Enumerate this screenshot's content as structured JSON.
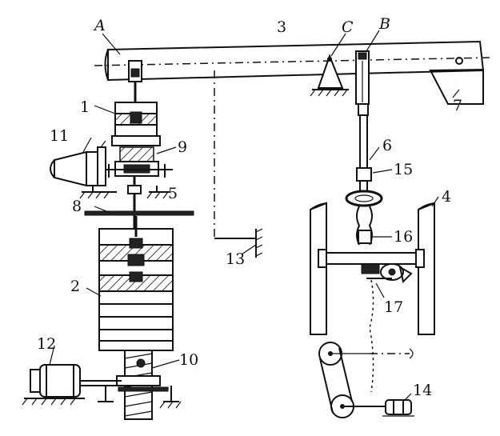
{
  "labels": {
    "A": "A",
    "B": "B",
    "C": "C",
    "n1": "1",
    "n2": "2",
    "n3": "3",
    "n4": "4",
    "n5": "5",
    "n6": "6",
    "n7": "7",
    "n8": "8",
    "n9": "9",
    "n10": "10",
    "n11": "11",
    "n12": "12",
    "n13": "13",
    "n14": "14",
    "n15": "15",
    "n16": "16",
    "n17": "17"
  },
  "ink_color": "#111111",
  "background_color": "#ffffff"
}
